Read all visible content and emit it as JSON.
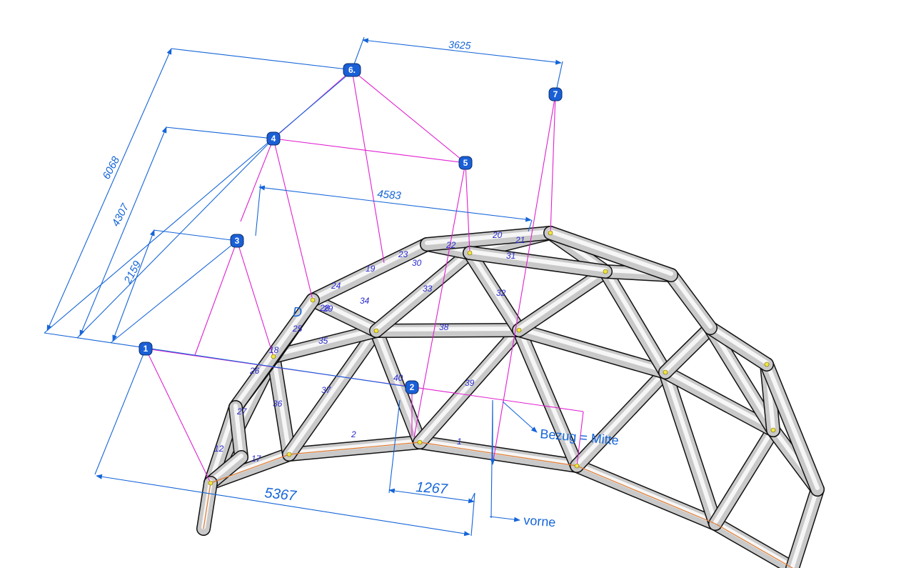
{
  "dimensions": {
    "total_height": "6068",
    "mid_height": "4307",
    "low_height": "2159",
    "top_span": "3625",
    "mid_span": "4583",
    "base_length": "5367",
    "offset": "1267"
  },
  "notes": {
    "reference": "Bezug = Mitte",
    "front": "vorne",
    "corner_letter": "D"
  },
  "nodes": [
    "1",
    "2",
    "3",
    "4",
    "5",
    "6.",
    "7"
  ],
  "strut_numbers": [
    "1",
    "2",
    "12",
    "17",
    "18",
    "19",
    "20",
    "21",
    "22",
    "23",
    "24",
    "25",
    "26",
    "27",
    "28",
    "29",
    "30",
    "31",
    "32",
    "33",
    "34",
    "35",
    "36",
    "37",
    "38",
    "39",
    "40"
  ],
  "colors": {
    "dimension": "#1565d8",
    "guide": "#e020d0",
    "node_fill": "#1a5fd6",
    "tube_edge": "#111111",
    "base_ring": "#e07a30"
  }
}
